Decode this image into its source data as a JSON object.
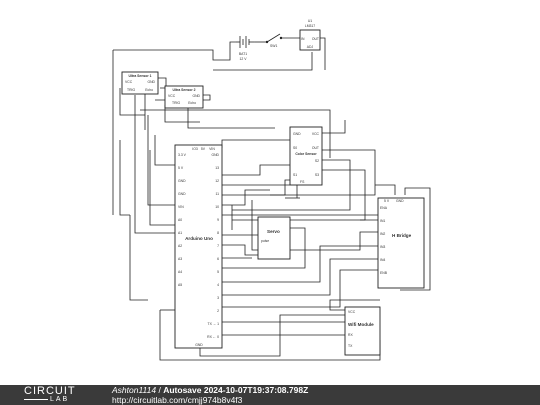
{
  "components": {
    "regulator": {
      "ref": "U1",
      "name": "LM317",
      "pin_in": "IN",
      "pin_out": "OUT",
      "pin_adj": "ADJ"
    },
    "switch": {
      "ref": "SW1"
    },
    "battery": {
      "ref": "BAT1",
      "value": "12 V"
    },
    "ultra1": {
      "title": "Ultra Sensor 1",
      "pin_vcc": "VCC",
      "pin_gnd": "GND",
      "pin_trig": "TRIG",
      "pin_echo": "Echo"
    },
    "ultra2": {
      "title": "Ultra Sensor 2",
      "pin_vcc": "VCC",
      "pin_gnd": "GND",
      "pin_trig": "TRIG",
      "pin_echo": "Echo"
    },
    "color": {
      "title": "Color Sensor",
      "pins_left": [
        "GND",
        "S0",
        "S1"
      ],
      "pins_right": [
        "VCC",
        "OUT",
        "S2",
        "S3"
      ],
      "pin_bottom": "FS"
    },
    "arduino": {
      "title": "Arduino Uno",
      "top_pins": [
        "IO3",
        "5V",
        "VIN"
      ],
      "left_pins": [
        "3.3 V",
        "5 V",
        "GND",
        "GND",
        "VIN",
        "A0",
        "A1",
        "A2",
        "A3",
        "A4",
        "A5"
      ],
      "right_pins": [
        "GND",
        "13",
        "12",
        "11",
        "10",
        "9",
        "8",
        "7",
        "6",
        "5",
        "4",
        "3",
        "2",
        "TX → 1",
        "RX ← 0"
      ],
      "bottom_pin": "GND"
    },
    "servo": {
      "title": "Servo",
      "pin": "pulse"
    },
    "hbridge": {
      "title": "H Bridge",
      "top_pins": [
        "5 V",
        "GND"
      ],
      "left_pins": [
        "ENA",
        "IN1",
        "IN2",
        "IN3",
        "IN4",
        "ENB"
      ]
    },
    "wifi": {
      "title": "Wifi Module",
      "pins": [
        "VCC",
        "RX",
        "TX"
      ]
    }
  },
  "footer": {
    "logo_top": "CIRCUIT",
    "logo_bottom": "LAB",
    "author": "Ashton1114",
    "separator": " / ",
    "title": "Autosave 2024-10-07T19:37:08.798Z",
    "url": "http://circuitlab.com/cmjj974b8v4f3"
  }
}
